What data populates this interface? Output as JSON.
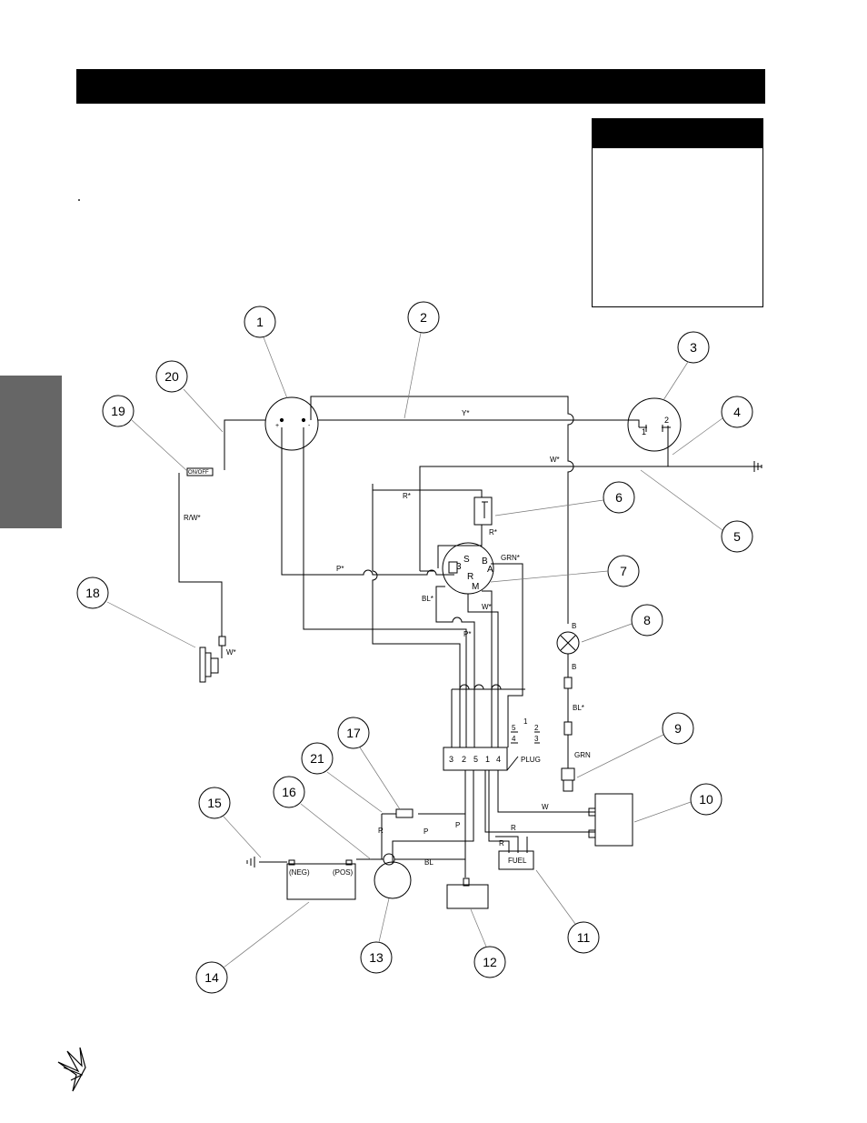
{
  "callouts": [
    "1",
    "2",
    "3",
    "4",
    "5",
    "6",
    "7",
    "8",
    "9",
    "10",
    "11",
    "12",
    "13",
    "14",
    "15",
    "16",
    "17",
    "18",
    "19",
    "20",
    "21"
  ],
  "wire_labels": {
    "y": "Y*",
    "w_top": "W*",
    "r_top": "R*",
    "r_solenoid": "R*",
    "grn": "GRN*",
    "p_mid": "P*",
    "bl_mid": "BL*",
    "w_mid": "W*",
    "p_low": "P*",
    "rw": "R/W*",
    "w_clutch": "W*",
    "b1": "B",
    "b2": "B",
    "bl_sensor": "BL*",
    "grn_sensor": "GRN",
    "w_reg": "W",
    "r1": "R",
    "p_bottom": "P",
    "p_left": "P",
    "r2": "R",
    "r3": "R",
    "bl_bottom": "BL"
  },
  "switch_labels": {
    "pin1": "1",
    "pin2": "2",
    "onoff": "ON/OFF",
    "s": "S",
    "b": "B",
    "three": "3",
    "r": "R",
    "a": "A",
    "m": "M"
  },
  "plug": {
    "label": "PLUG",
    "pins": [
      "3",
      "2",
      "5",
      "1",
      "4"
    ],
    "key_1": "1",
    "key_5": "5",
    "key_2": "2",
    "key_4": "4",
    "key_3": "3"
  },
  "battery": {
    "neg": "(NEG)",
    "pos": "(POS)"
  },
  "fuel_label": "FUEL",
  "polarity": {
    "plus": "+",
    "minus": "-"
  }
}
